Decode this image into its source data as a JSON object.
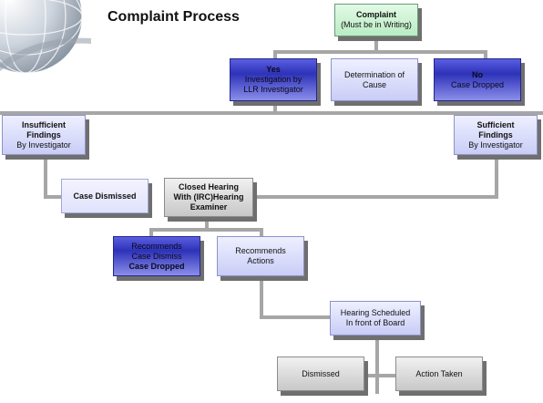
{
  "title": "Complaint Process",
  "boxes": {
    "complaint": {
      "line1": "Complaint",
      "line2": "(Must be in Writing)"
    },
    "yes": {
      "line1": "Yes",
      "line2": "Investigation by",
      "line3": "LLR Investigator"
    },
    "determination": {
      "line1": "Determination of",
      "line2": "Cause"
    },
    "no": {
      "line1": "No",
      "line2": "Case Dropped"
    },
    "insufficient": {
      "line1": "Insufficient",
      "line2": "Findings",
      "line3": "By Investigator"
    },
    "sufficient": {
      "line1": "Sufficient",
      "line2": "Findings",
      "line3": "By Investigator"
    },
    "case_dismissed": {
      "line1": "Case Dismissed"
    },
    "closed_hearing": {
      "line1": "Closed Hearing",
      "line2": "With (IRC)Hearing",
      "line3": "Examiner"
    },
    "recommends_dismiss": {
      "line1": "Recommends",
      "line2": "Case Dismiss",
      "line3": "Case Dropped"
    },
    "recommends_actions": {
      "line1": "Recommends",
      "line2": "Actions"
    },
    "hearing_scheduled": {
      "line1": "Hearing Scheduled",
      "line2": "In front of Board"
    },
    "dismissed": {
      "line1": "Dismissed"
    },
    "action_taken": {
      "line1": "Action Taken"
    }
  },
  "colors": {
    "connector": "#a6a6a6",
    "green_box": "#c8f0d0",
    "blue_box": "#3a3fc8",
    "lavender_box": "#d6d9f8",
    "gray_box": "#d4d4d4"
  }
}
